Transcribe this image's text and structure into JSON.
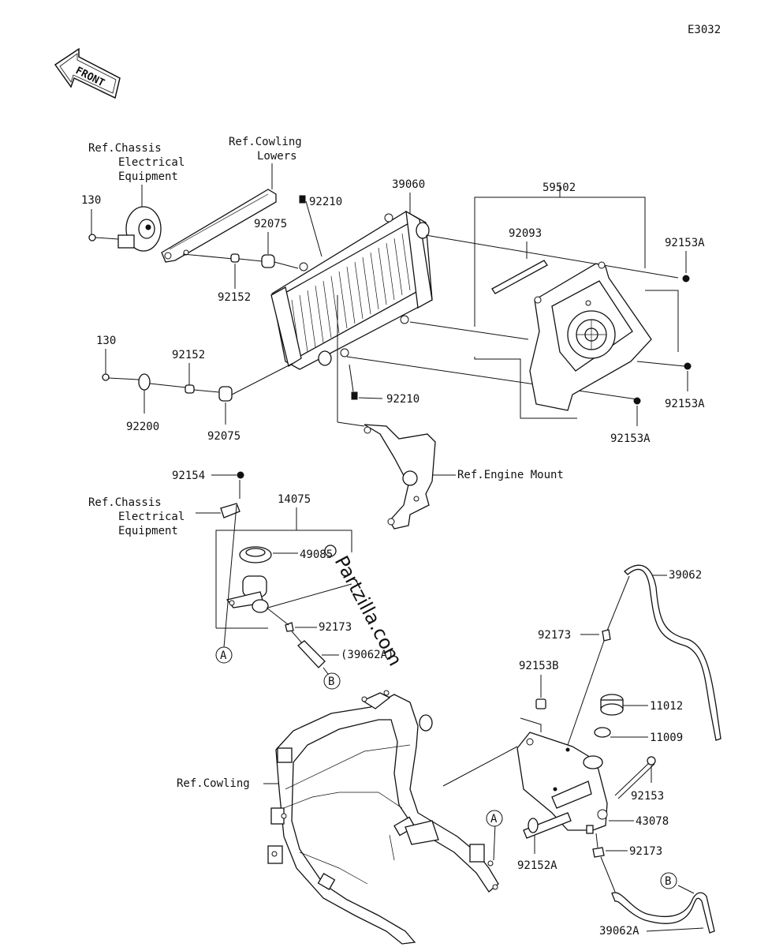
{
  "diagram_code": "E3032",
  "watermark": "Partzilla.com",
  "front_arrow": "FRONT",
  "labels": {
    "ref_chassis_1": [
      "Ref.Chassis",
      "Electrical",
      "Equipment"
    ],
    "ref_cowling_lowers": [
      "Ref.Cowling",
      "Lowers"
    ],
    "p130_a": "130",
    "p92210_a": "92210",
    "p39060": "39060",
    "p59502": "59502",
    "p92075_a": "92075",
    "p92093": "92093",
    "p92153A_a": "92153A",
    "p92152_a": "92152",
    "p130_b": "130",
    "p92152_b": "92152",
    "p92200": "92200",
    "p92075_b": "92075",
    "p92210_b": "92210",
    "p92153A_b": "92153A",
    "p92153A_c": "92153A",
    "ref_engine_mount": "Ref.Engine Mount",
    "p92154": "92154",
    "ref_chassis_2": [
      "Ref.Chassis",
      "Electrical",
      "Equipment"
    ],
    "p14075": "14075",
    "p49085": "49085",
    "p92173_a": "92173",
    "p39062A_a": "(39062A)",
    "marker_A": "A",
    "marker_B": "B",
    "p39062": "39062",
    "p92173_b": "92173",
    "p92153B": "92153B",
    "p11012": "11012",
    "p11009": "11009",
    "ref_cowling": "Ref.Cowling",
    "p92153": "92153",
    "p43078": "43078",
    "p92152A": "92152A",
    "p92173_c": "92173",
    "p39062A_b": "39062A"
  }
}
